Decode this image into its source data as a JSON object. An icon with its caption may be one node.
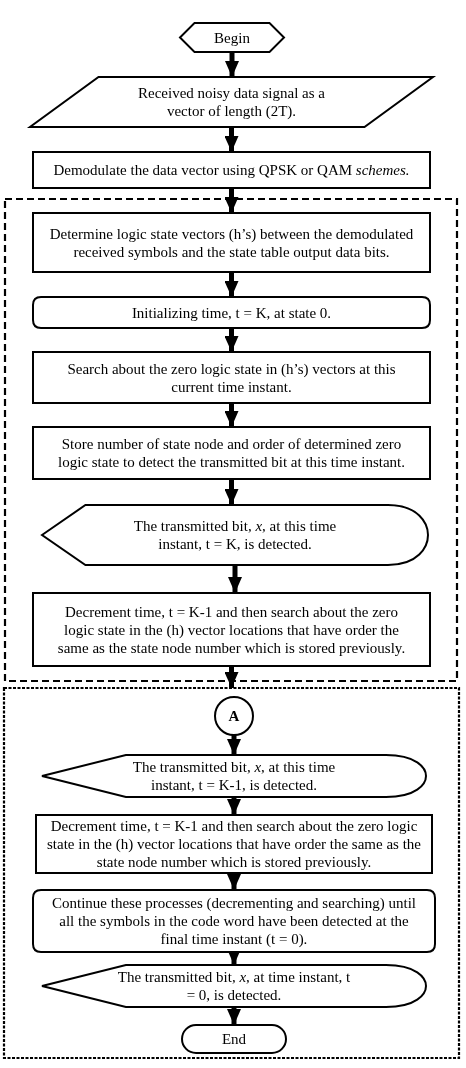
{
  "diagram": {
    "nodes": [
      {
        "text": [
          "Begin"
        ]
      },
      {
        "text": [
          "Received noisy data signal as a vector of length (2T)."
        ]
      },
      {
        "text": [
          "Demodulate the data vector using QPSK or QAM *schemes.*"
        ]
      },
      {
        "text": [],
        "shape": "box"
      },
      {
        "text": [
          "Determine logic state vectors (h’s) between the demodulated received symbols and the state table output data bits."
        ],
        "in": 3
      },
      {
        "text": [
          "Initializing time, t = K, at state 0."
        ],
        "in": 3
      },
      {
        "text": [
          "Search about the zero logic state in (h’s) vectors at this current time instant."
        ],
        "in": 3
      },
      {
        "text": [
          "Store number of state node and order of determined zero logic state to detect the transmitted bit at this time instant."
        ],
        "in": 3
      },
      {
        "text": [
          "The transmitted bit, *x*, at this time instant, t = K, is detected."
        ],
        "in": 3
      },
      {
        "text": [
          "Decrement time, t = K-1 and then search about the zero logic state in the (h) vector locations that have order the same as the state node number which is stored previously."
        ],
        "in": 3
      },
      {
        "text": [],
        "shape": "box"
      },
      {
        "text": [
          "A"
        ],
        "in": 10
      },
      {
        "text": [
          "The transmitted bit, *x*, at this time instant, t = K-1, is detected."
        ],
        "in": 10
      },
      {
        "text": [
          "Decrement time, t = K-1 and then search about the zero logic state in the (h) vector locations that have order the same as the state node number which is stored previously."
        ],
        "in": 10
      },
      {
        "text": [
          "Continue these processes (decrementing and searching) until all the symbols in the code word have been detected at the final time instant (t = 0)."
        ],
        "in": 10
      },
      {
        "text": [
          "The transmitted bit, *x*, at time instant, t = 0, is detected."
        ],
        "in": 10
      },
      {
        "text": [
          "End"
        ],
        "in": 10
      }
    ],
    "edges": [
      {
        "from": 0,
        "to": 1,
        "arrow": "to"
      },
      {
        "from": 1,
        "to": 2,
        "arrow": "to"
      },
      {
        "from": 2,
        "to": 4,
        "arrow": "to"
      },
      {
        "from": 4,
        "to": 5,
        "arrow": "to"
      },
      {
        "from": 5,
        "to": 6,
        "arrow": "to"
      },
      {
        "from": 6,
        "to": 7,
        "arrow": "to"
      },
      {
        "from": 7,
        "to": 8,
        "arrow": "to"
      },
      {
        "from": 8,
        "to": 9,
        "arrow": "to"
      },
      {
        "from": 9,
        "to": 10,
        "arrow": "to"
      },
      {
        "from": 11,
        "to": 12,
        "arrow": "to"
      },
      {
        "from": 12,
        "to": 13,
        "arrow": "to"
      },
      {
        "from": 13,
        "to": 14,
        "arrow": "to"
      },
      {
        "from": 14,
        "to": 15,
        "arrow": "to"
      },
      {
        "from": 15,
        "to": 16,
        "arrow": "to"
      }
    ]
  }
}
